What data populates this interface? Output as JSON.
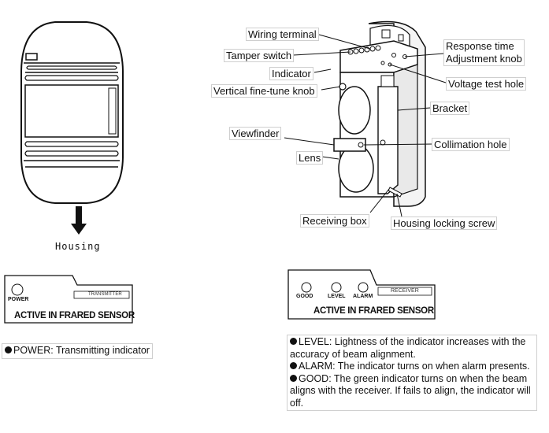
{
  "housing": {
    "label": "Housing"
  },
  "device_callouts": {
    "wiring_terminal": "Wiring terminal",
    "tamper_switch": "Tamper switch",
    "indicator": "Indicator",
    "vertical_knob": "Vertical fine-tune knob",
    "viewfinder": "Viewfinder",
    "lens": "Lens",
    "receiving_box": "Receiving box",
    "response_time": "Response time",
    "adjustment_knob": "Adjustment knob",
    "voltage_test_hole": "Voltage test hole",
    "bracket": "Bracket",
    "collimation_hole": "Collimation hole",
    "housing_locking_screw": "Housing locking screw"
  },
  "transmitter_panel": {
    "power": "POWER",
    "tag": "TRANSMITTER",
    "title": "ACTIVE IN FRARED SENSOR"
  },
  "receiver_panel": {
    "good": "GOOD",
    "level": "LEVEL",
    "alarm": "ALARM",
    "tag": "RECEIVER",
    "title": "ACTIVE IN FRARED SENSOR"
  },
  "notes": {
    "power": "POWER: Transmitting indicator",
    "level": "LEVEL: Lightness of the indicator increases with the accuracy of beam alignment.",
    "alarm": "ALARM: The indicator turns on when alarm presents.",
    "good": "GOOD: The green indicator turns on when the beam aligns with the receiver. If fails to align, the indicator will off."
  }
}
